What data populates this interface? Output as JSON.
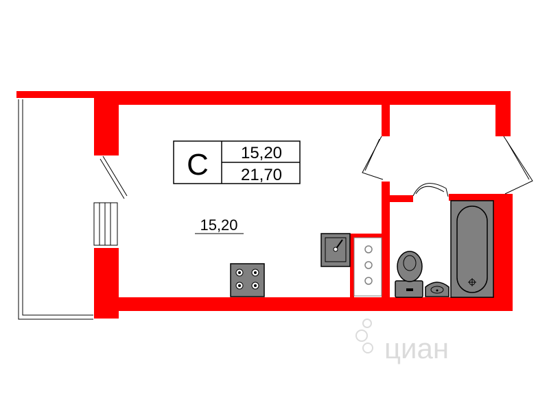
{
  "plan": {
    "badge": {
      "letter": "С",
      "living_area": "15,20",
      "total_area": "21,70"
    },
    "room_area_label": "15,20",
    "watermark": "циан"
  },
  "colors": {
    "wall": "#ff0000",
    "fixture_fill": "#808080",
    "fixture_stroke": "#000000",
    "background": "#ffffff",
    "watermark": "#d8d8d8"
  },
  "icons": {
    "stove": "stove-icon",
    "sink": "kitchen-sink-icon",
    "fridge": "fridge-icon",
    "toilet": "toilet-icon",
    "washbasin": "washbasin-icon",
    "bathtub": "bathtub-icon"
  }
}
